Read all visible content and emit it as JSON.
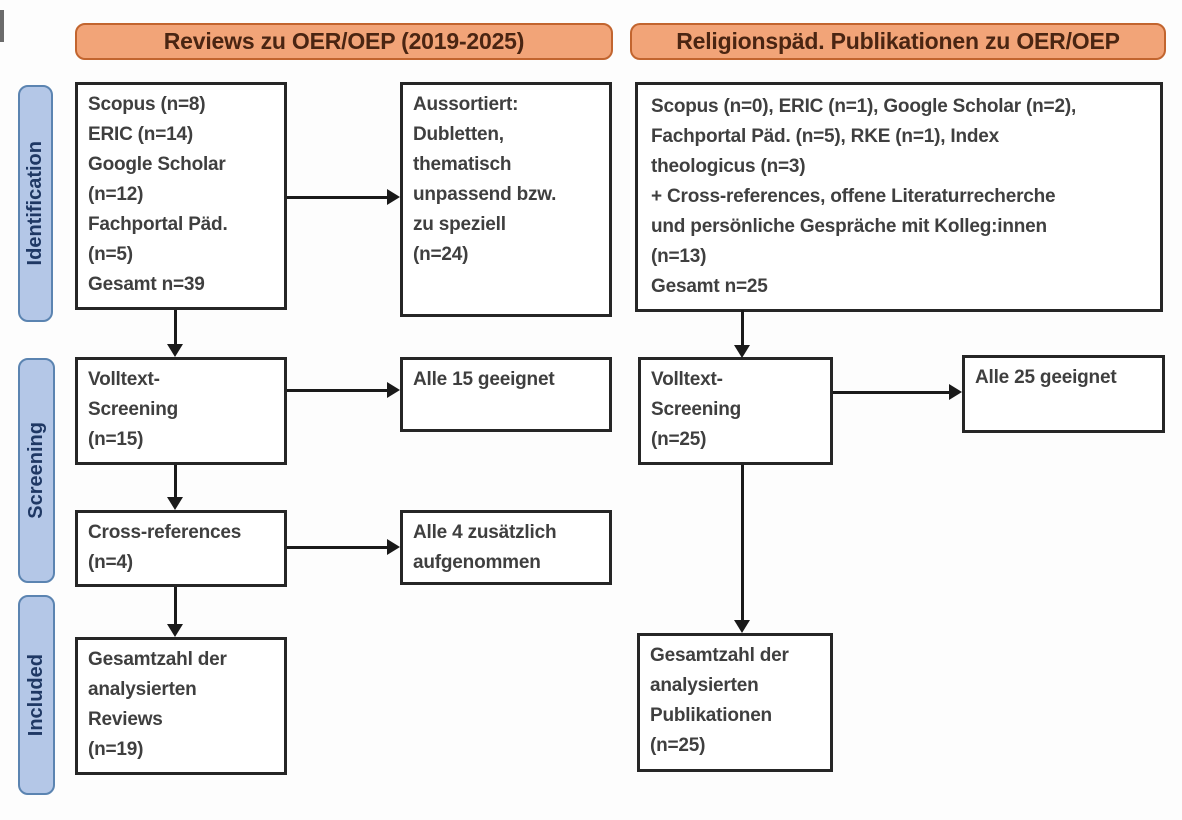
{
  "diagram": {
    "type": "prisma-flowchart",
    "stages": [
      "Identification",
      "Screening",
      "Included"
    ],
    "left_column": {
      "header": "Reviews zu OER/OEP (2019-2025)",
      "identification_box": "Scopus (n=8)\nERIC (n=14)\nGoogle Scholar\n(n=12)\nFachportal Päd.\n(n=5)\nGesamt n=39",
      "excluded_box": "Aussortiert:\nDubletten,\nthematisch\nunpassend bzw.\nzu speziell\n(n=24)",
      "fulltext_box": "Volltext-\nScreening\n(n=15)",
      "fulltext_result_box": "Alle 15 geeignet",
      "crossref_box": "Cross-references\n(n=4)",
      "crossref_result_box": "Alle 4 zusätzlich\naufgenommen",
      "included_box": "Gesamtzahl der\nanalysierten\nReviews\n(n=19)"
    },
    "right_column": {
      "header": "Religionspäd. Publikationen zu OER/OEP",
      "identification_box": "Scopus (n=0), ERIC (n=1), Google Scholar (n=2),\nFachportal Päd. (n=5), RKE (n=1), Index\ntheologicus (n=3)\n+ Cross-references, offene Literaturrecherche\nund persönliche Gespräche mit Kolleg:innen\n(n=13)\nGesamt n=25",
      "fulltext_box": "Volltext-\nScreening\n(n=25)",
      "fulltext_result_box": "Alle 25 geeignet",
      "included_box": "Gesamtzahl der\nanalysierten\nPublikationen\n(n=25)"
    },
    "colors": {
      "header_fill": "#F2A478",
      "header_border": "#C2652F",
      "header_text": "#4A2512",
      "stage_fill": "#B4C7E7",
      "stage_border": "#5B84B1",
      "stage_text": "#1F3864",
      "box_border": "#262626",
      "box_text": "#3F3F3F",
      "arrow": "#1A1A1A",
      "background": "#FDFDFD"
    }
  }
}
